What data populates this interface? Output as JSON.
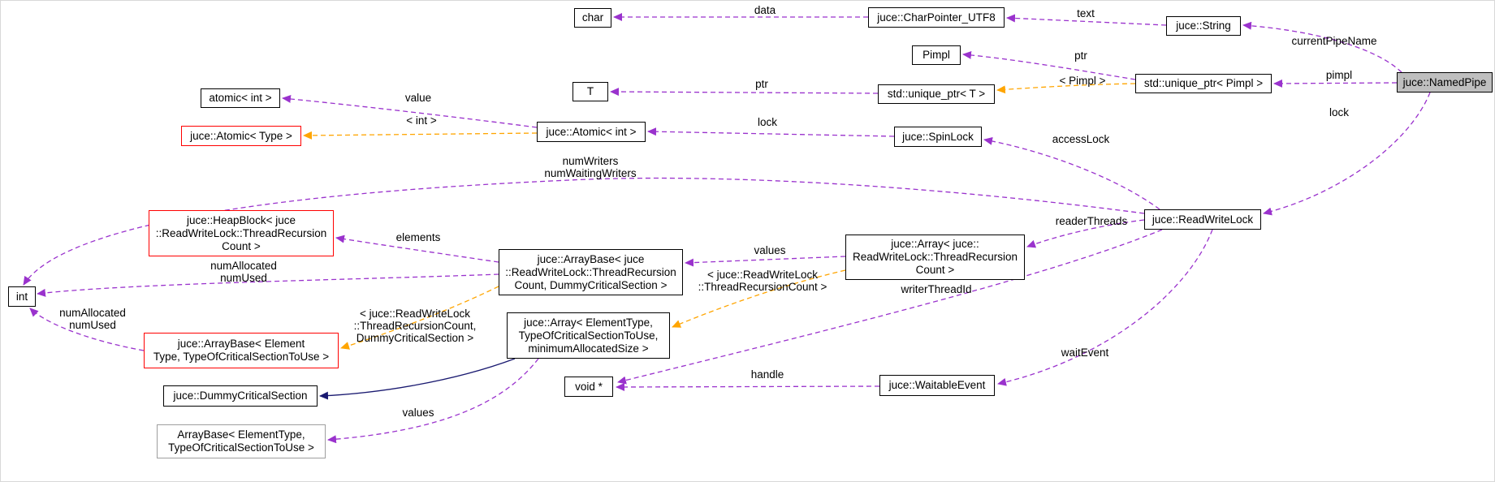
{
  "diagram": {
    "title": "juce::NamedPipe collaboration graph",
    "colors": {
      "usage_edge": "#9a32cd",
      "template_edge": "#ffa500",
      "inheritance_edge": "#191970",
      "highlight_node_bg": "#bfbfbf",
      "truncated_node_border": "#ff0000",
      "undocumented_node_border": "#9e9e9e"
    },
    "nodes": {
      "char": "char",
      "char_pointer_utf8": "juce::CharPointer_UTF8",
      "string": "juce::String",
      "named_pipe": "juce::NamedPipe",
      "pimpl": "Pimpl",
      "unique_ptr_pimpl": "std::unique_ptr< Pimpl >",
      "t": "T",
      "unique_ptr_t": "std::unique_ptr< T >",
      "atomic_int_std": "atomic< int >",
      "atomic_type": "juce::Atomic< Type >",
      "atomic_int": "juce::Atomic< int >",
      "spin_lock": "juce::SpinLock",
      "read_write_lock": "juce::ReadWriteLock",
      "heap_block": "juce::HeapBlock< juce\n::ReadWriteLock::ThreadRecursion\nCount >",
      "array_base_thread_recursion": "juce::ArrayBase< juce\n::ReadWriteLock::ThreadRecursion\nCount, DummyCriticalSection >",
      "array_thread_recursion": "juce::Array< juce::\nReadWriteLock::ThreadRecursion\nCount >",
      "int": "int",
      "array_base_element": "juce::ArrayBase< Element\nType, TypeOfCriticalSectionToUse >",
      "array_element": "juce::Array< ElementType,\nTypeOfCriticalSectionToUse,\nminimumAllocatedSize >",
      "dummy_critical_section": "juce::DummyCriticalSection",
      "array_base_plain": "ArrayBase< ElementType,\nTypeOfCriticalSectionToUse >",
      "void_ptr": "void *",
      "waitable_event": "juce::WaitableEvent"
    },
    "edge_labels": {
      "data": "data",
      "text": "text",
      "current_pipe_name": "currentPipeName",
      "ptr_pimpl": "ptr",
      "pimpl_member": "pimpl",
      "ptr_t": "ptr",
      "tmpl_pimpl": "< Pimpl >",
      "value": "value",
      "tmpl_int": "< int >",
      "lock_atomic": "lock",
      "access_lock": "accessLock",
      "lock_named_pipe": "lock",
      "num_writers": "numWriters\nnumWaitingWriters",
      "elements": "elements",
      "num_allocated_upper": "numAllocated\nnumUsed",
      "values_upper": "values",
      "reader_threads": "readerThreads",
      "tmpl_array": "< juce::ReadWriteLock\n::ThreadRecursionCount >",
      "tmpl_array_base": "< juce::ReadWriteLock\n::ThreadRecursionCount,\nDummyCriticalSection >",
      "num_allocated_lower": "numAllocated\nnumUsed",
      "writer_thread_id": "writerThreadId",
      "values_lower": "values",
      "handle": "handle",
      "wait_event": "waitEvent"
    }
  }
}
